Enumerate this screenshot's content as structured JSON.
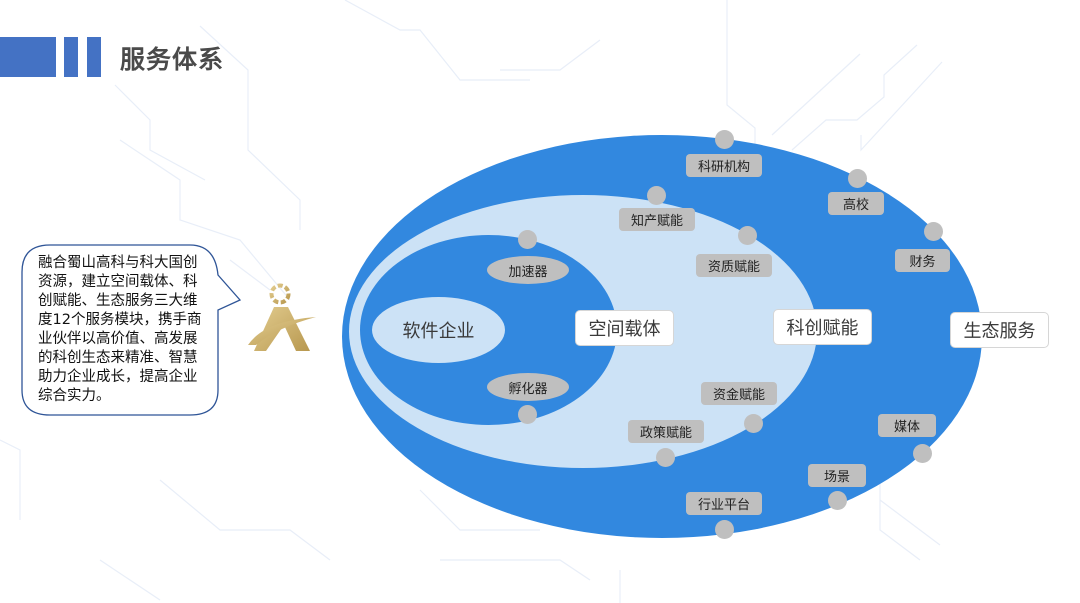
{
  "header": {
    "title": "服务体系",
    "accent_color": "#4472c4"
  },
  "description": {
    "text": "融合蜀山高科与科大国创资源，建立空间载体、科创赋能、生态服务三大维度12个服务模块，携手商业伙伴以高价值、高发展的科创生态来精准、智慧助力企业成长，提高企业综合实力。"
  },
  "logo": {
    "icon": "gold-a-logo-icon",
    "color": "#c9ad6a"
  },
  "diagram": {
    "colors": {
      "dark_blue": "#3288df",
      "light_blue": "#cce2f6",
      "pill_gray": "#bfbfbf"
    },
    "core": "软件企业",
    "layers": [
      {
        "label": "空间载体",
        "items": [
          "加速器",
          "孵化器"
        ]
      },
      {
        "label": "科创赋能",
        "items": [
          "知产赋能",
          "资质赋能",
          "资金赋能",
          "政策赋能"
        ]
      },
      {
        "label": "生态服务",
        "items": [
          "科研机构",
          "高校",
          "财务",
          "媒体",
          "场景",
          "行业平台"
        ]
      }
    ]
  }
}
